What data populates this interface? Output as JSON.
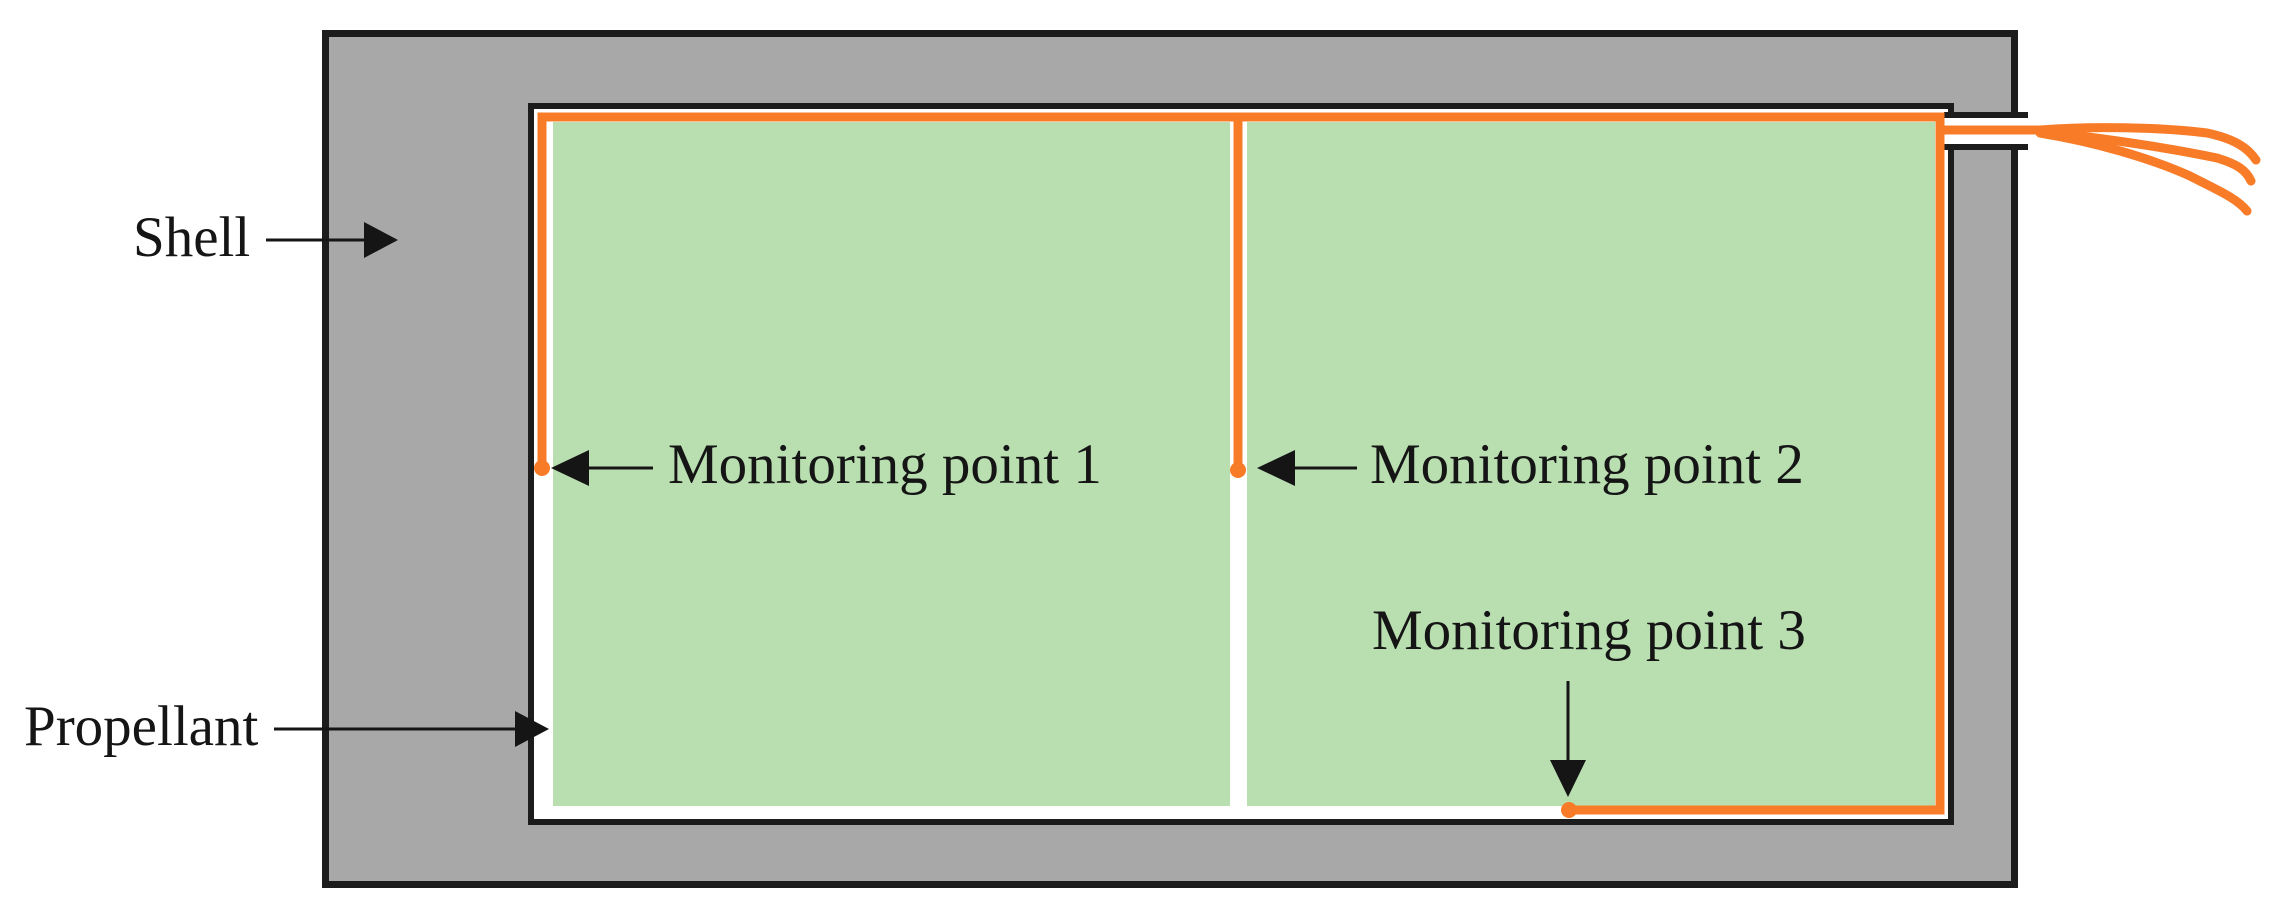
{
  "diagram": {
    "type": "schematic-cross-section",
    "labels": {
      "shell": "Shell",
      "propellant": "Propellant",
      "monitoring_point_1": "Monitoring point 1",
      "monitoring_point_2": "Monitoring point 2",
      "monitoring_point_3": "Monitoring point 3"
    },
    "colors": {
      "background": "#ffffff",
      "shell_fill": "#a8a8a8",
      "propellant_fill": "#b9dfb1",
      "wire": "#f87c28",
      "outline": "#1c1c1c",
      "annotation": "#151515"
    }
  }
}
